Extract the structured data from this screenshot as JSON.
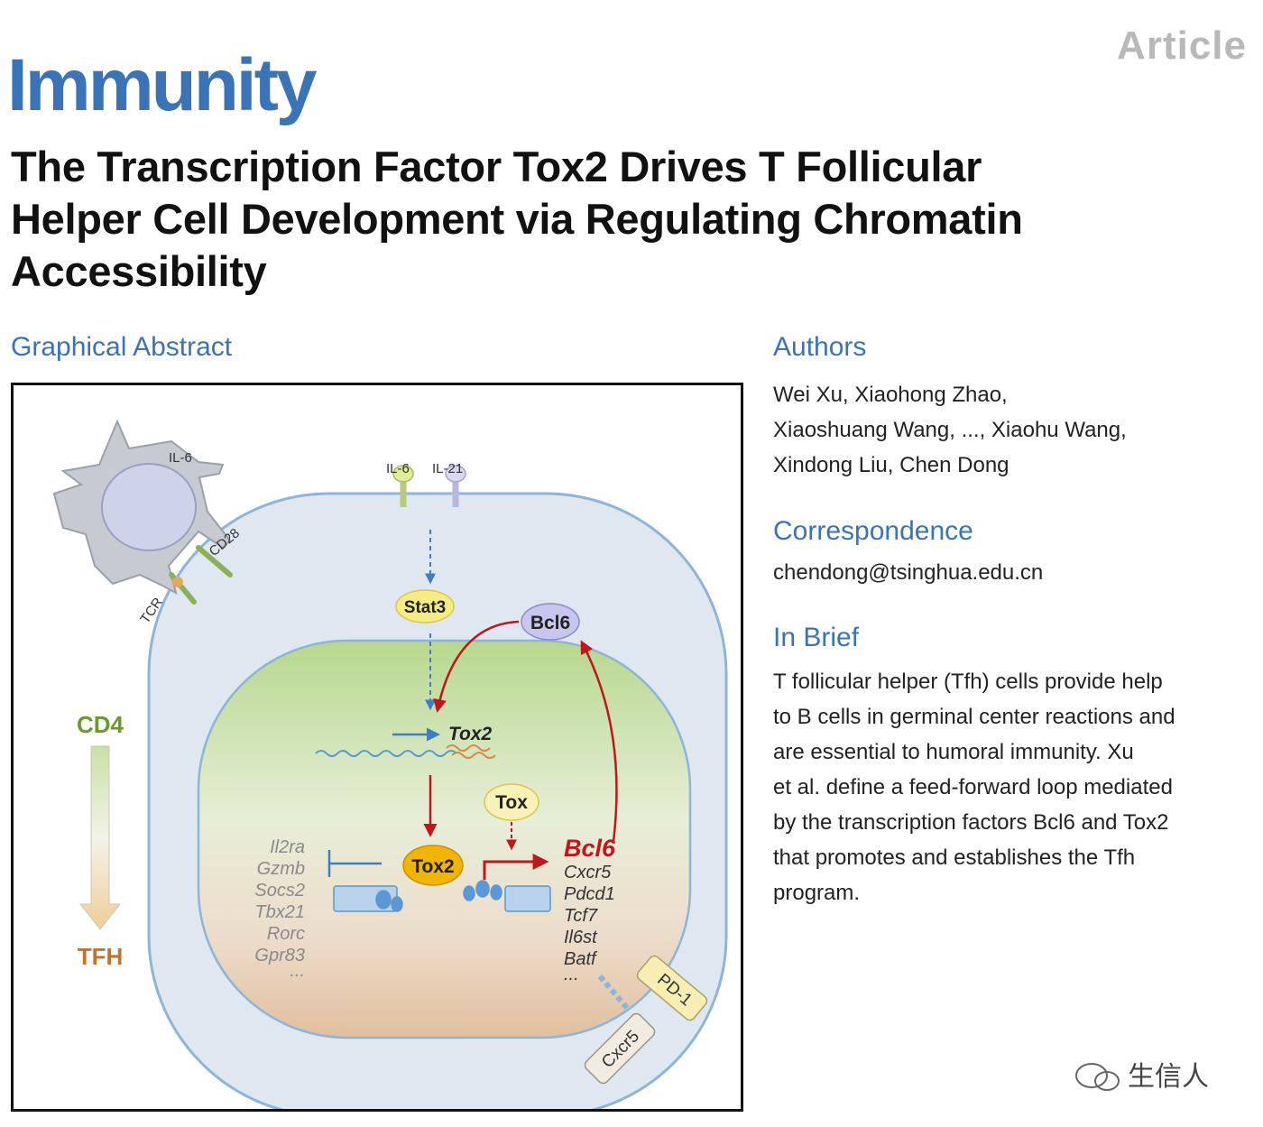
{
  "header": {
    "journal": "Immunity",
    "article_label": "Article",
    "title_line1": "The Transcription Factor Tox2 Drives T Follicular",
    "title_line2": "Helper Cell Development via Regulating Chromatin",
    "title_line3": "Accessibility"
  },
  "sections": {
    "graphical_abstract": "Graphical Abstract",
    "authors": "Authors",
    "correspondence": "Correspondence",
    "in_brief": "In Brief"
  },
  "authors": {
    "line1": "Wei Xu, Xiaohong Zhao,",
    "line2": "Xiaoshuang Wang, ..., Xiaohu Wang,",
    "line3": "Xindong Liu, Chen Dong"
  },
  "correspondence": {
    "email": "chendong@tsinghua.edu.cn"
  },
  "in_brief": {
    "line1": "T follicular helper (Tfh) cells provide help",
    "line2": "to B cells in germinal center reactions and",
    "line3": "are essential to humoral immunity. Xu",
    "line4": "et al. define a feed-forward loop mediated",
    "line5": "by the transcription factors Bcl6 and Tox2",
    "line6": "that promotes and establishes the Tfh",
    "line7": "program."
  },
  "diagram": {
    "apc_il6": "IL-6",
    "cd28": "CD28",
    "tcr": "TCR",
    "receptor_il6": "IL-6",
    "receptor_il21": "IL-21",
    "stat3": "Stat3",
    "bcl6_protein": "Bcl6",
    "tox2_gene": "Tox2",
    "tox": "Tox",
    "tox2_protein": "Tox2",
    "bcl6_gene": "Bcl6",
    "cd4": "CD4",
    "tfh": "TFH",
    "repressed_genes": [
      "Il2ra",
      "Gzmb",
      "Socs2",
      "Tbx21",
      "Rorc",
      "Gpr83",
      "..."
    ],
    "activated_genes": [
      "Cxcr5",
      "Pdcd1",
      "Tcf7",
      "Il6st",
      "Batf",
      "..."
    ],
    "pd1": "PD-1",
    "cxcr5": "Cxcr5"
  },
  "watermark": {
    "text": "生信人"
  },
  "colors": {
    "journal_blue": "#3a73b6",
    "bcl6_red": "#c0161d",
    "cd4_green": "#6a9a2b",
    "tfh_orange": "#c5732c"
  }
}
